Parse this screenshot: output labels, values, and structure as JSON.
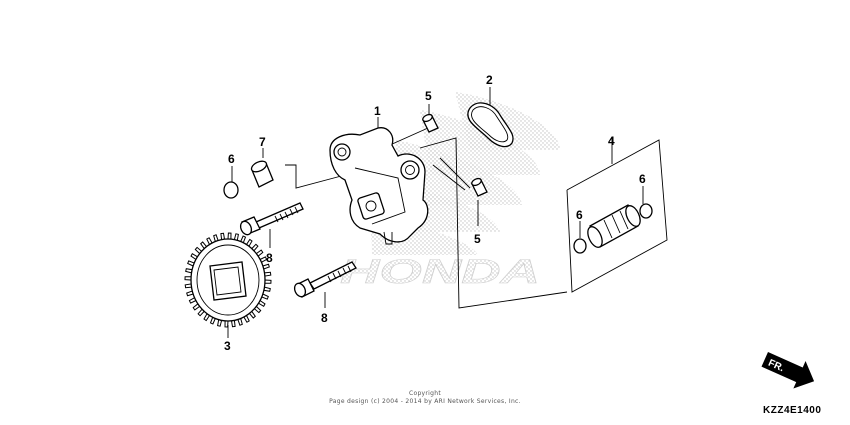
{
  "callouts": [
    "1",
    "2",
    "3",
    "4",
    "5",
    "5",
    "6",
    "6",
    "6",
    "7",
    "8",
    "8"
  ],
  "watermark": {
    "text": "HONDA"
  },
  "copyright": {
    "line1": "Copyright",
    "line2": "Page design (c) 2004 - 2014 by ARI Network Services, Inc."
  },
  "direction_indicator": {
    "label": "FR."
  },
  "diagram_code": "KZZ4E1400"
}
